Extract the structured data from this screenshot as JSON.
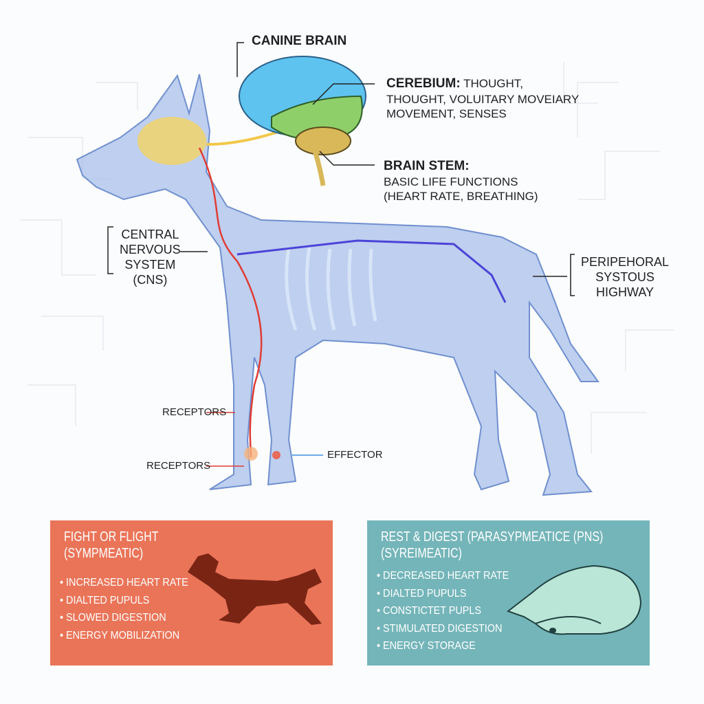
{
  "labels": {
    "brain": "CANINE BRAIN",
    "cerebrum_title": "CEREBIUM:",
    "cerebrum_text1": "THOUGHT,",
    "cerebrum_text2": "THOUGHT, VOLUITARY MOVEIARY",
    "cerebrum_text3": "MOVEMENT, SENSES",
    "stem_title": "BRAIN STEM:",
    "stem_text1": "BASIC LIFE FUNCTIONS",
    "stem_text2": "(HEART RATE, BREATHING)",
    "cns": [
      "CENTRAL",
      "NERVOUS",
      "SYSTEM",
      "(CNS)"
    ],
    "pns": [
      "PERIPEHORAL",
      "SYSTOUS",
      "HIGHWAY"
    ],
    "receptors1": "RECEPTORS",
    "receptors2": "RECEPTORS",
    "effector": "EFFECTOR"
  },
  "fight": {
    "title1": "FIGHT OR FLIGHT",
    "title2": "(SYMPMEATIC)",
    "items": [
      "INCREASED HEART RATE",
      "DIALTED PUPULS",
      "SLOWED DIGESTION",
      "ENERGY MOBILIZATION"
    ],
    "color": "#ea7458"
  },
  "rest": {
    "title1": "REST & DIGEST (PARASYPMEATICE (PNS)",
    "title2": "(SYREIMEATIC)",
    "items": [
      "DECREASED HEART RATE",
      "DIALTED PUPULS",
      "CONSTICTET PUPLS",
      "STIMULATED DIGESTION",
      "ENERGY STORAGE"
    ],
    "color": "#74b5b9"
  }
}
